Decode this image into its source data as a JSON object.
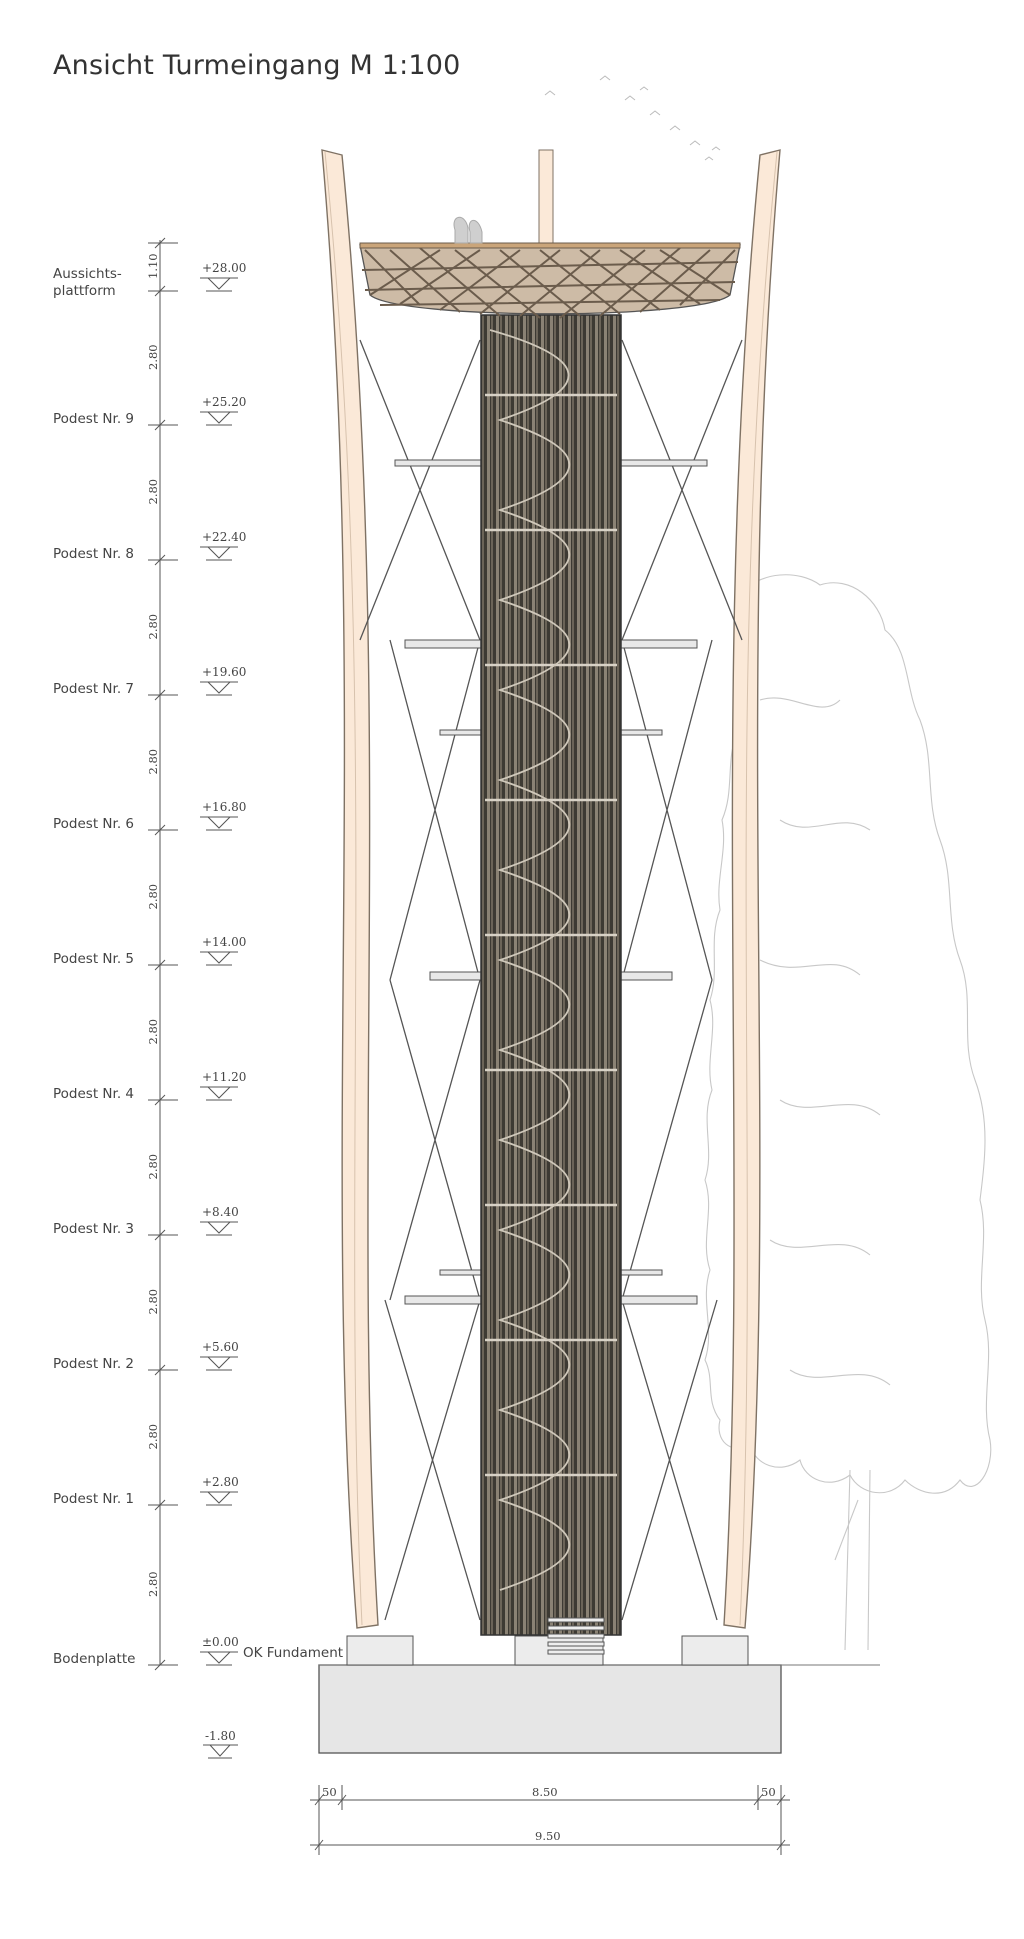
{
  "title": "Ansicht Turmeingang  M 1:100",
  "levels": [
    {
      "label": "Aussichts-",
      "label2": "plattform",
      "elevation": "+28.00"
    },
    {
      "label": "Podest Nr. 9",
      "elevation": "+25.20"
    },
    {
      "label": "Podest Nr. 8",
      "elevation": "+22.40"
    },
    {
      "label": "Podest Nr. 7",
      "elevation": "+19.60"
    },
    {
      "label": "Podest Nr. 6",
      "elevation": "+16.80"
    },
    {
      "label": "Podest Nr. 5",
      "elevation": "+14.00"
    },
    {
      "label": "Podest Nr. 4",
      "elevation": "+11.20"
    },
    {
      "label": "Podest Nr. 3",
      "elevation": "+8.40"
    },
    {
      "label": "Podest Nr. 2",
      "elevation": "+5.60"
    },
    {
      "label": "Podest Nr. 1",
      "elevation": "+2.80"
    },
    {
      "label": "Bodenplatte",
      "elevation": "±0.00"
    }
  ],
  "foundation_label": "OK Fundament",
  "foundation_depth": "-1.80",
  "vertical_dims": [
    "1.10",
    "2.80",
    "2.80",
    "2.80",
    "2.80",
    "2.80",
    "2.80",
    "2.80",
    "2.80",
    "2.80",
    "2.80"
  ],
  "horizontal_dims": {
    "left": "50",
    "middle": "8.50",
    "right": "50",
    "total": "9.50"
  },
  "colors": {
    "timber": "#fbe9d8",
    "timber_edge": "#8a7a6a",
    "core": "#4f4a40",
    "foundation": "#e9e9e9",
    "line": "#555555"
  }
}
